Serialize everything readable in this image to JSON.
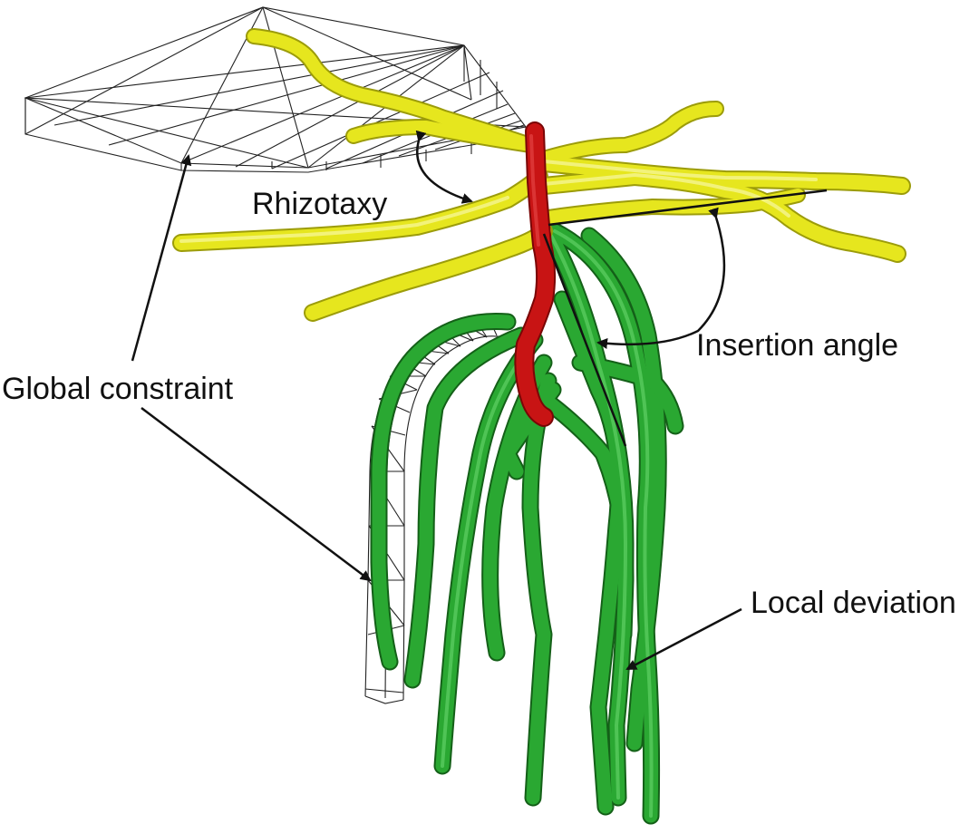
{
  "labels": {
    "rhizotaxy": "Rhizotaxy",
    "insertion_angle": "Insertion angle",
    "global_constraint": "Global constraint",
    "local_deviation": "Local deviation"
  },
  "colors": {
    "background": "#ffffff",
    "first_order_roots": "#e6e61e",
    "first_order_edge": "#9c9c0a",
    "taproot": "#c81414",
    "taproot_edge": "#7a0606",
    "second_order_roots": "#2aa832",
    "second_order_edge": "#146018",
    "wireframe": "#222222",
    "annotation": "#111111"
  }
}
